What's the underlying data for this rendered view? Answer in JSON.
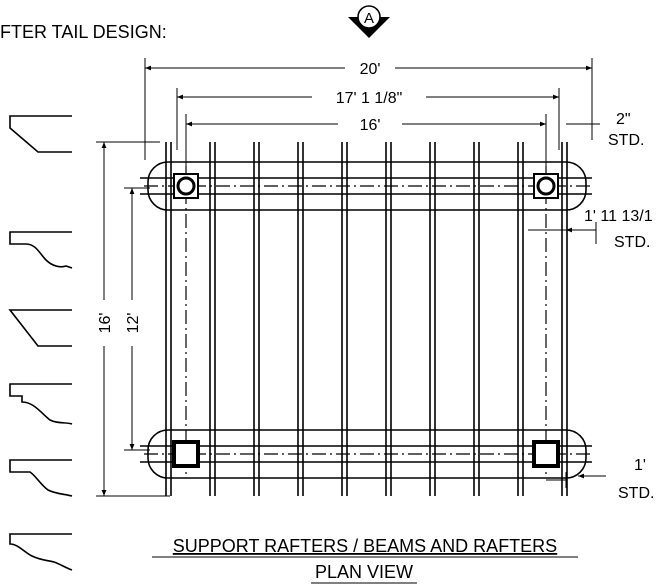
{
  "header": {
    "design_label": "FTER TAIL DESIGN:",
    "section_marker": "A"
  },
  "dimensions": {
    "overall_width": "20'",
    "beam_span": "17' 1 1/8\"",
    "post_spacing": "16'",
    "overhang_top_value": "2\"",
    "overhang_top_std": "STD.",
    "rafter_spacing_value": "1' 11 13/1",
    "rafter_spacing_std": "STD.",
    "overall_depth": "16'",
    "inner_depth": "12'",
    "overhang_bottom_value": "1'",
    "overhang_bottom_std": "STD."
  },
  "caption": {
    "title": "SUPPORT RAFTERS / BEAMS AND RAFTERS",
    "subtitle": "PLAN VIEW"
  },
  "tail_profiles": [
    "bevel",
    "ogee-cove",
    "straight-bevel",
    "cove-step",
    "ogee",
    "scroll"
  ]
}
